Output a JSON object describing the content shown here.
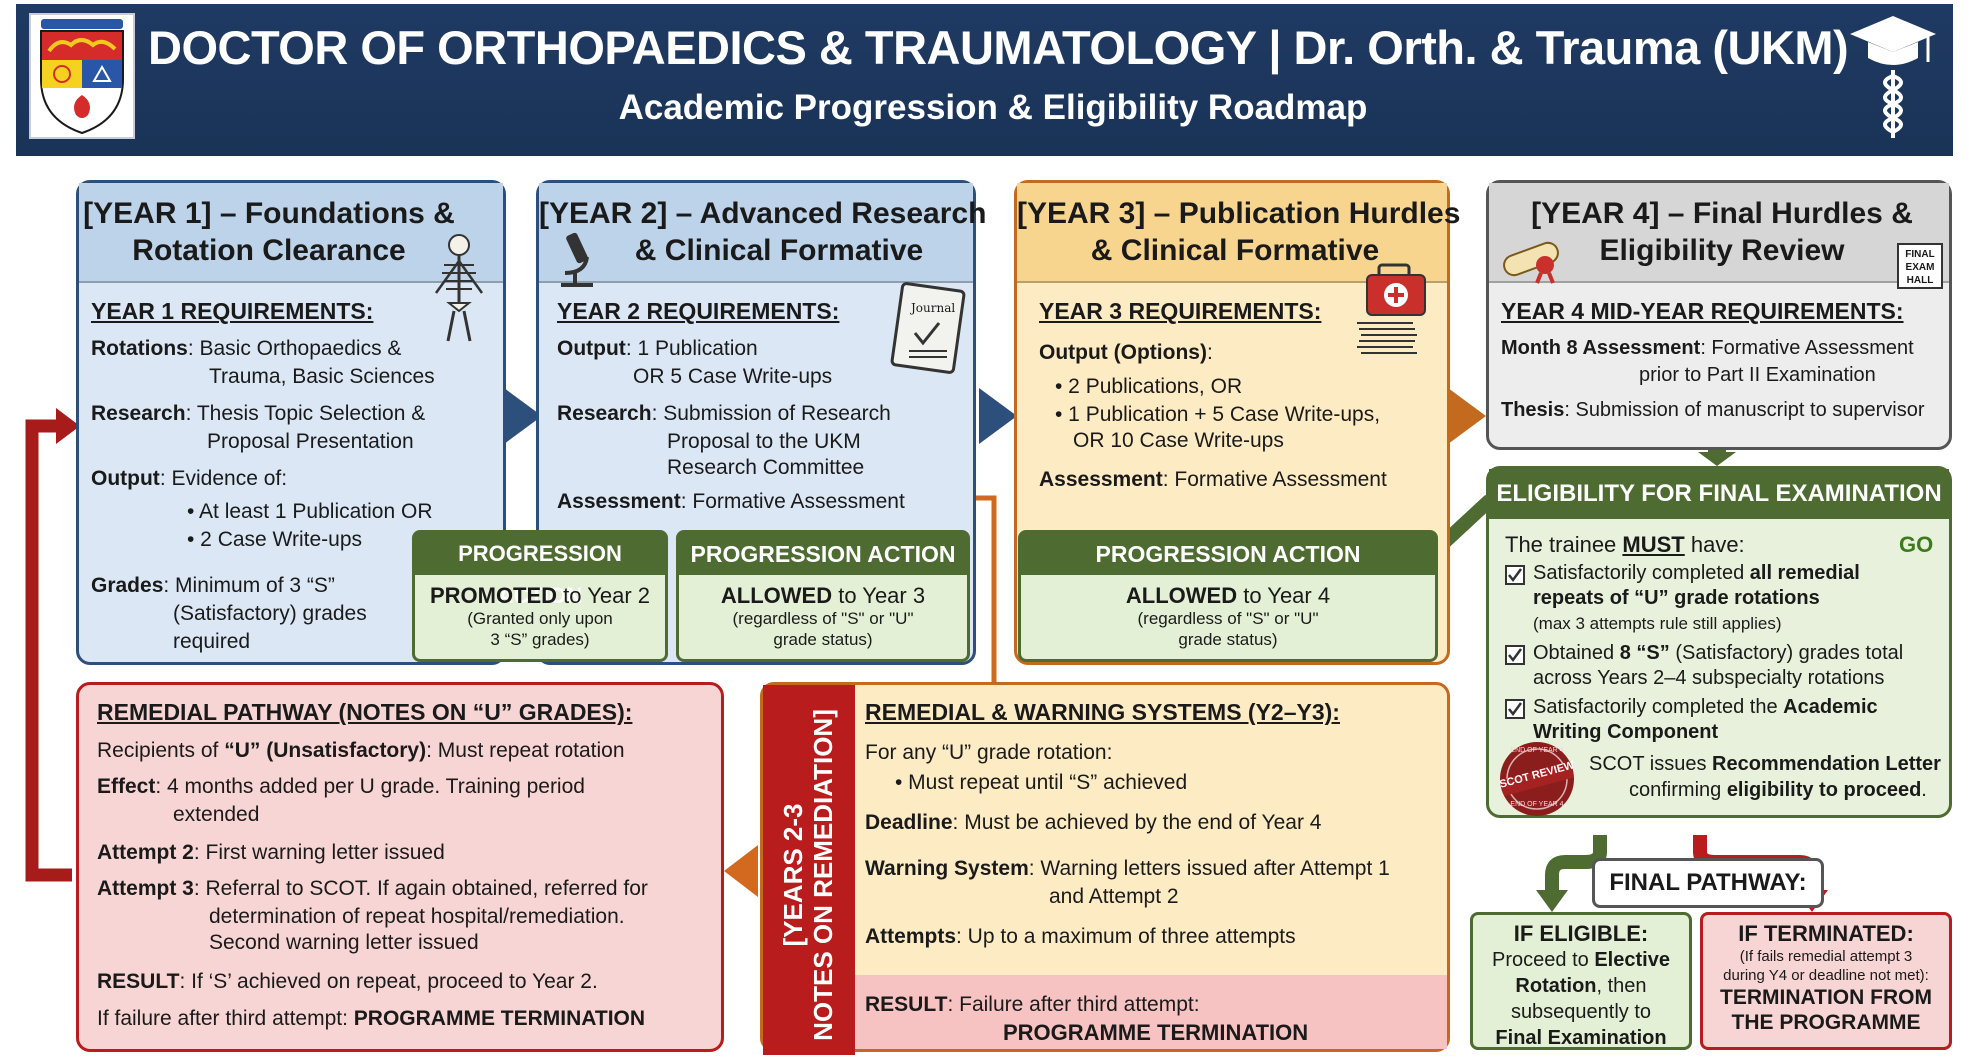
{
  "header": {
    "title": "DOCTOR OF ORTHOPAEDICS & TRAUMATOLOGY | Dr. Orth. & Trauma (UKM)",
    "subtitle": "Academic Progression & Eligibility Roadmap"
  },
  "colors": {
    "header_bg": "#1f3a63",
    "year1_bg": "#dbe7f4",
    "year2_bg": "#dbe7f4",
    "year3_bg": "#fdebc4",
    "year4_bg": "#e6e6e6",
    "progression_green": "#4e6b31",
    "remedial_red": "#b81c1c",
    "remedial_bg": "#f7d5d4"
  },
  "year1": {
    "title_l1": "[YEAR 1] – Foundations &",
    "title_l2": "Rotation Clearance",
    "req_header": "YEAR 1 REQUIREMENTS:",
    "rotations_label": "Rotations",
    "rotations_l1": ": Basic Orthopaedics &",
    "rotations_l2": "Trauma, Basic Sciences",
    "research_label": "Research",
    "research_l1": ": Thesis Topic Selection &",
    "research_l2": "Proposal Presentation",
    "output_label": "Output",
    "output_l1": ": Evidence of:",
    "output_b1": "• At least 1 Publication OR",
    "output_b2": "• 2 Case Write-ups",
    "grades_label": "Grades",
    "grades_l1": ": Minimum of 3 “S”",
    "grades_l2": "(Satisfactory) grades",
    "grades_l3": "required",
    "icon": "skeleton-icon"
  },
  "year2": {
    "title_l1": "[YEAR 2] – Advanced Research",
    "title_l2": "& Clinical Formative",
    "req_header": "YEAR 2 REQUIREMENTS:",
    "output_label": "Output",
    "output_l1": ": 1 Publication",
    "output_l2": "OR 5 Case Write-ups",
    "research_label": "Research",
    "research_l1": ": Submission of Research",
    "research_l2": "Proposal to the UKM",
    "research_l3": "Research Committee",
    "assessment_label": "Assessment",
    "assessment_text": ": Formative Assessment",
    "journal_label": "Journal",
    "icon": "microscope-icon"
  },
  "year3": {
    "title_l1": "[YEAR 3] – Publication Hurdles",
    "title_l2": "& Clinical Formative",
    "req_header": "YEAR 3 REQUIREMENTS:",
    "output_label": "Output (Options)",
    "output_colon": ":",
    "opt1": "• 2 Publications, OR",
    "opt2": "• 1 Publication + 5 Case Write-ups,",
    "opt3": "OR 10 Case Write-ups",
    "assessment_label": "Assessment",
    "assessment_text": ": Formative Assessment",
    "icon": "medical-kit-icon"
  },
  "year4": {
    "title_l1": "[YEAR 4] – Final Hurdles &",
    "title_l2": "Eligibility Review",
    "req_header": "YEAR 4 MID-YEAR REQUIREMENTS:",
    "month8_label": "Month 8 Assessment",
    "month8_l1": ": Formative Assessment",
    "month8_l2": "prior to Part II Examination",
    "thesis_label": "Thesis",
    "thesis_text": ": Submission of manuscript to supervisor",
    "sign_l1": "FINAL",
    "sign_l2": "EXAM",
    "sign_l3": "HALL",
    "icon": "diploma-icon"
  },
  "progression": {
    "heading": "PROGRESSION ACTION",
    "y1_bold": "PROMOTED",
    "y1_rest": " to Year 2",
    "y1_n1": "(Granted only upon",
    "y1_n2": "3 “S” grades)",
    "y2_bold": "ALLOWED",
    "y2_rest": " to Year 3",
    "y2_n1": "(regardless of \"S\" or \"U\"",
    "y2_n2": "grade status)",
    "y3_bold": "ALLOWED",
    "y3_rest": " to Year 4",
    "y3_n1": "(regardless of \"S\" or \"U\"",
    "y3_n2": "grade status)"
  },
  "eligibility": {
    "heading": "ELIGIBILITY FOR FINAL EXAMINATION",
    "intro_pre": "The trainee ",
    "intro_must": "MUST",
    "intro_post": " have:",
    "go": "GO",
    "c1_pre": "Satisfactorily completed ",
    "c1_bold1": "all remedial",
    "c1_bold2": "repeats of “U” grade rotations",
    "c1_note": "(max 3 attempts rule still applies)",
    "c2_pre": "Obtained ",
    "c2_bold": "8 “S”",
    "c2_rest": " (Satisfactory) grades total",
    "c2_l2": "across Years 2–4 subspecialty rotations",
    "c3_pre": "Satisfactorily completed the ",
    "c3_bold1": "Academic",
    "c3_bold2": "Writing Component",
    "seal_text": "SCOT REVIEW",
    "seal_ring_top": "END OF YEAR 4",
    "seal_ring_bottom": "END OF YEAR 4",
    "rec_pre": "SCOT issues ",
    "rec_bold": "Recommendation Letter",
    "rec_l2_pre": "confirming ",
    "rec_l2_bold": "eligibility to proceed",
    "rec_l2_post": "."
  },
  "final_pathway": {
    "heading": "FINAL PATHWAY:",
    "eligible_title": "IF ELIGIBLE:",
    "eligible_l1_pre": "Proceed to ",
    "eligible_l1_bold": "Elective",
    "eligible_l2_bold": "Rotation",
    "eligible_l2_rest": ", then",
    "eligible_l3": "subsequently to",
    "eligible_l4": "Final Examination",
    "terminated_title": "IF TERMINATED:",
    "terminated_n1": "(If fails remedial attempt 3",
    "terminated_n2": "during Y4 or deadline not met):",
    "terminated_l1": "TERMINATION FROM",
    "terminated_l2": "THE PROGRAMME"
  },
  "remedial_pathway": {
    "heading": "REMEDIAL PATHWAY (NOTES ON “U” GRADES):",
    "recipients_pre": "Recipients of ",
    "recipients_bold": "“U” (Unsatisfactory)",
    "recipients_post": ": Must repeat rotation",
    "effect_label": "Effect",
    "effect_l1": ": 4 months added per U grade. Training period",
    "effect_l2": "extended",
    "attempt2_label": "Attempt 2",
    "attempt2_text": ": First warning letter issued",
    "attempt3_label": "Attempt 3",
    "attempt3_l1": ": Referral to SCOT. If again obtained, referred for",
    "attempt3_l2": "determination of repeat hospital/remediation.",
    "attempt3_l3": "Second warning letter issued",
    "result_label": "RESULT",
    "result_text": ": If ‘S’ achieved on repeat, proceed to Year 2.",
    "failure_pre": "If failure after third attempt: ",
    "failure_bold": "PROGRAMME TERMINATION"
  },
  "remedial_warning": {
    "side_l1": "[YEARS 2-3",
    "side_l2": "NOTES ON REMEDIATION]",
    "heading": "REMEDIAL & WARNING SYSTEMS (Y2–Y3):",
    "for_any": "For any “U” grade rotation:",
    "bullet": "• Must repeat until “S” achieved",
    "deadline_label": "Deadline",
    "deadline_text": ": Must be achieved by the end of Year 4",
    "warning_label": "Warning System",
    "warning_l1": ": Warning letters issued after Attempt 1",
    "warning_l2": "and Attempt 2",
    "attempts_label": "Attempts",
    "attempts_text": ": Up to a maximum of three attempts",
    "result_label": "RESULT",
    "result_text": ": Failure after third attempt:",
    "result_bold": "PROGRAMME TERMINATION"
  }
}
